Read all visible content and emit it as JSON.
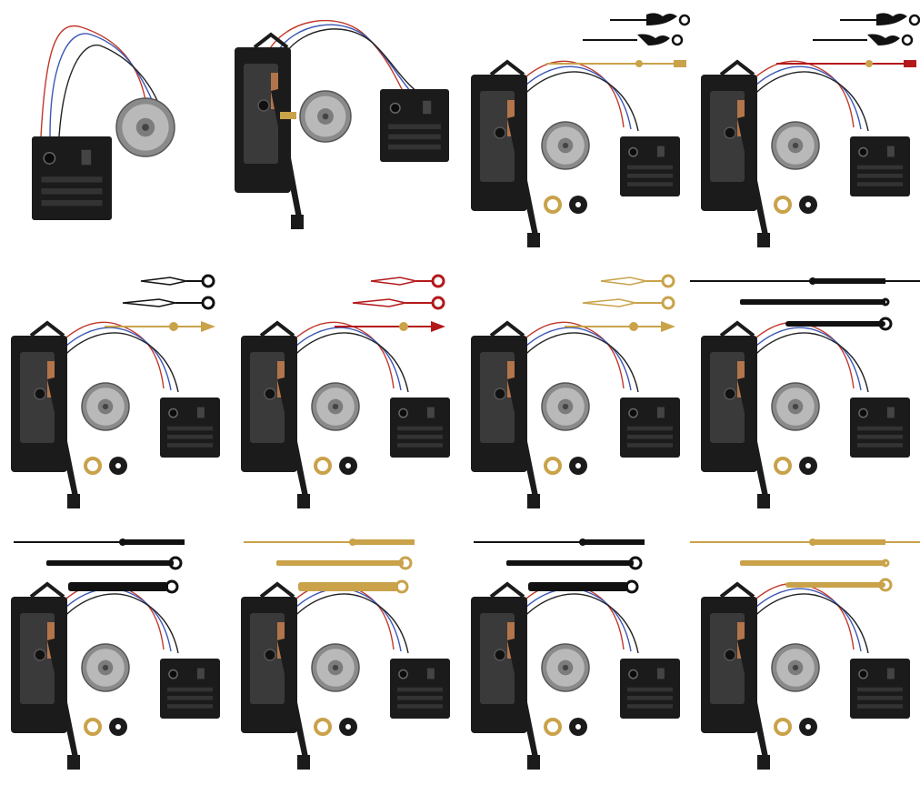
{
  "colors": {
    "background": "#ffffff",
    "plastic": "#1b1b1b",
    "plastic_light": "#3a3a3a",
    "speaker_rim": "#8a8a8a",
    "speaker_cone": "#b9b9b9",
    "wire_red": "#c0392b",
    "wire_blue": "#3b57b5",
    "wire_black": "#222222",
    "brass": "#c9a24a",
    "red_hand": "#b3191b",
    "black_hand": "#111111"
  },
  "kits": [
    {
      "id": 1,
      "components": [
        "control-box",
        "speaker",
        "wires"
      ],
      "hands": null
    },
    {
      "id": 2,
      "components": [
        "pendulum-movement",
        "speaker",
        "control-box",
        "wires"
      ],
      "hands": null
    },
    {
      "id": 3,
      "components": [
        "pendulum-movement",
        "speaker",
        "control-box",
        "washer-brass",
        "washer-rubber"
      ],
      "hands": {
        "style": "ornate-scroll",
        "color": "black",
        "second": "brass"
      }
    },
    {
      "id": 4,
      "components": [
        "pendulum-movement",
        "speaker",
        "control-box",
        "washer-brass",
        "washer-rubber"
      ],
      "hands": {
        "style": "ornate-scroll",
        "color": "black",
        "second": "red"
      }
    },
    {
      "id": 5,
      "components": [
        "pendulum-movement",
        "speaker",
        "control-box",
        "washer-brass",
        "washer-rubber"
      ],
      "hands": {
        "style": "spade",
        "color": "black",
        "second": "brass"
      }
    },
    {
      "id": 6,
      "components": [
        "pendulum-movement",
        "speaker",
        "control-box",
        "washer-brass",
        "washer-rubber"
      ],
      "hands": {
        "style": "spade",
        "color": "red",
        "second": "red"
      }
    },
    {
      "id": 7,
      "components": [
        "pendulum-movement",
        "speaker",
        "control-box",
        "washer-brass",
        "washer-rubber"
      ],
      "hands": {
        "style": "spade",
        "color": "brass",
        "second": "brass"
      }
    },
    {
      "id": 8,
      "components": [
        "pendulum-movement",
        "speaker",
        "control-box",
        "washer-brass",
        "washer-rubber"
      ],
      "hands": {
        "style": "straight-long",
        "color": "black",
        "second": "black"
      }
    },
    {
      "id": 9,
      "components": [
        "pendulum-movement",
        "speaker",
        "control-box",
        "washer-brass",
        "washer-rubber"
      ],
      "hands": {
        "style": "straight",
        "color": "black",
        "second": "black"
      }
    },
    {
      "id": 10,
      "components": [
        "pendulum-movement",
        "speaker",
        "control-box",
        "washer-brass",
        "washer-rubber"
      ],
      "hands": {
        "style": "straight",
        "color": "brass",
        "second": "brass"
      }
    },
    {
      "id": 11,
      "components": [
        "pendulum-movement",
        "speaker",
        "control-box",
        "washer-brass",
        "washer-rubber"
      ],
      "hands": {
        "style": "straight",
        "color": "black",
        "second": "black"
      }
    },
    {
      "id": 12,
      "components": [
        "pendulum-movement",
        "speaker",
        "control-box",
        "washer-brass",
        "washer-rubber"
      ],
      "hands": {
        "style": "straight-long",
        "color": "brass",
        "second": "brass"
      }
    }
  ]
}
